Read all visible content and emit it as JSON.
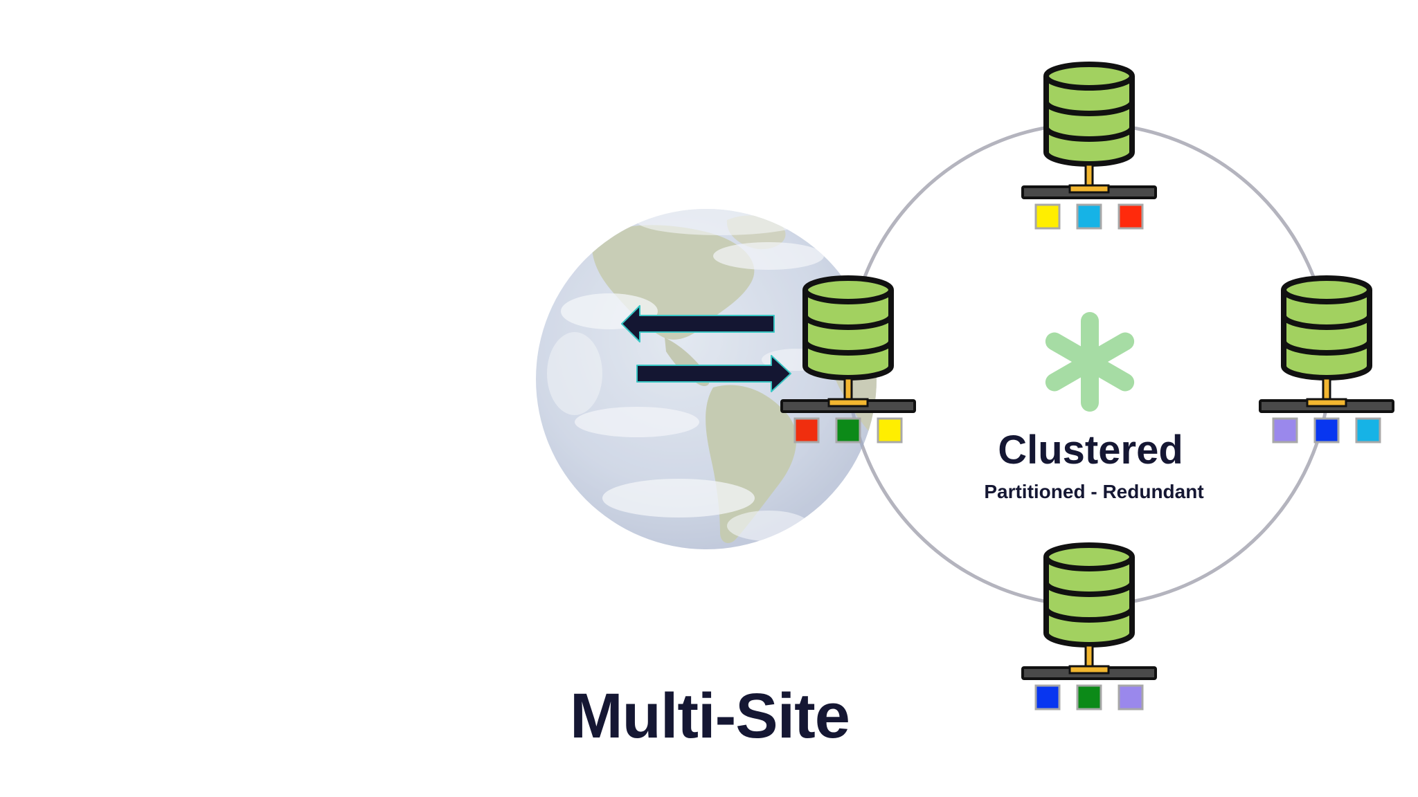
{
  "diagram": {
    "cluster": {
      "title": "Clustered",
      "subtitle": "Partitioned - Redundant",
      "symbol": "asterisk-icon",
      "symbol_color": "#a6dca4",
      "ring_color": "#b4b4be"
    },
    "page_title": "Multi-Site",
    "globe": {
      "icon": "earth-globe-icon",
      "ocean_color": "#b8c3dc",
      "land_color": "#a8b08a"
    },
    "arrows": {
      "icon": "bidirectional-arrows-icon",
      "color": "#141632",
      "outline_color": "#39c6c4"
    },
    "server_icon": "database-server-icon",
    "database_colors": {
      "body": "#a2d160",
      "outline": "#111111",
      "connector": "#f2b630",
      "rail": "#4a4a4a"
    },
    "servers": [
      {
        "name": "server-top",
        "blocks": [
          "#ffee00",
          "#16b3e6",
          "#ff2a0c"
        ]
      },
      {
        "name": "server-left",
        "blocks": [
          "#f02e0e",
          "#0c8a18",
          "#ffee00"
        ]
      },
      {
        "name": "server-right",
        "blocks": [
          "#9a88ec",
          "#0836f0",
          "#16b3e6"
        ]
      },
      {
        "name": "server-bottom",
        "blocks": [
          "#0836f0",
          "#0c8a18",
          "#9a88ec"
        ]
      }
    ]
  }
}
